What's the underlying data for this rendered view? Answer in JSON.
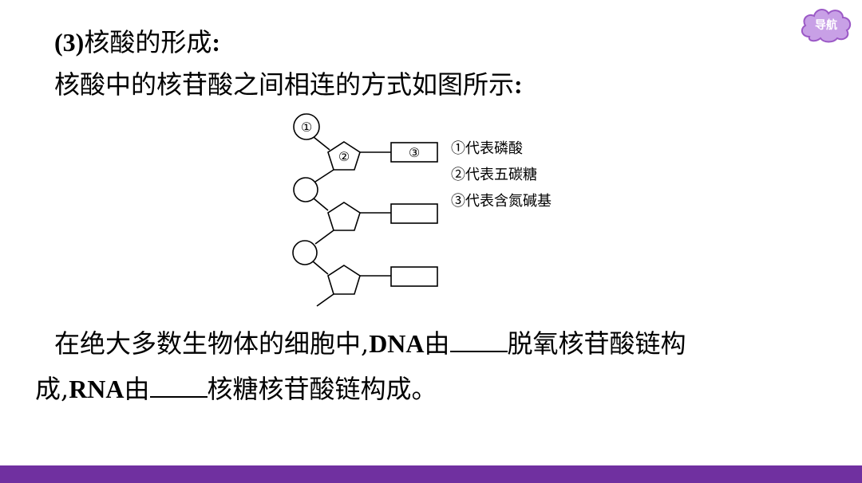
{
  "nav": {
    "label": "导航"
  },
  "heading": {
    "prefix": "(3)",
    "text": "核酸的形成",
    "colon": ":"
  },
  "intro": {
    "text": "核酸中的核苷酸之间相连的方式如图所示",
    "colon": ":"
  },
  "diagram": {
    "phosphate_label": "①",
    "sugar_label": "②",
    "base_label": "③",
    "legend": [
      "①代表磷酸",
      "②代表五碳糖",
      "③代表含氮碱基"
    ]
  },
  "sentence": {
    "part1": "在绝大多数生物体的细胞中,",
    "dna": "DNA",
    "part2": "由",
    "part3": "脱氧核苷酸链构",
    "part4": "成,",
    "rna": "RNA",
    "part5": "由",
    "part6": "核糖核苷酸链构成。"
  }
}
